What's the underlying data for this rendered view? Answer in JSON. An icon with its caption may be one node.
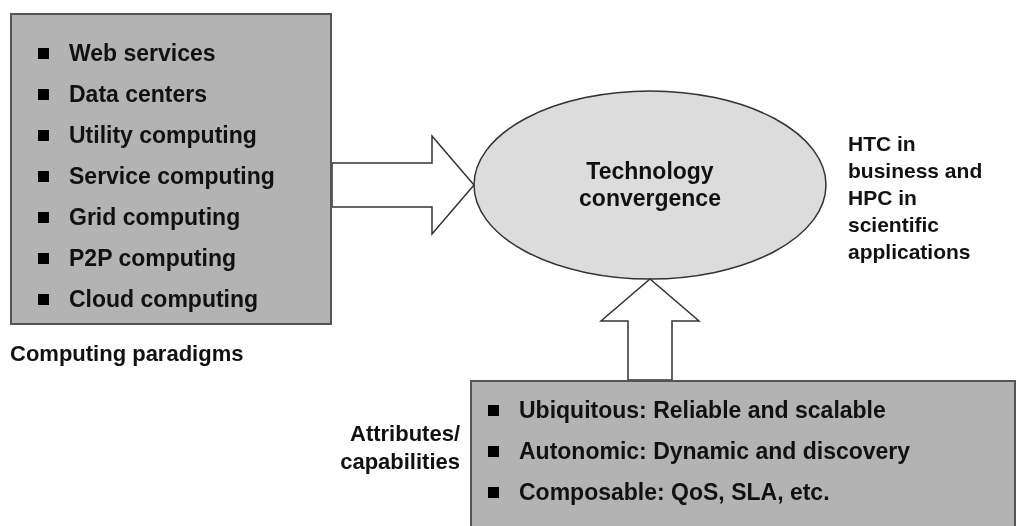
{
  "diagram": {
    "nodes": [
      {
        "text": [
          "Web services",
          "Data centers",
          "Utility computing",
          "Service computing",
          "Grid computing",
          "P2P computing",
          "Cloud computing"
        ],
        "beside": [
          "Computing paradigms"
        ]
      },
      {
        "text": [
          "Technology convergence"
        ]
      },
      {
        "text": [
          "Ubiquitous: Reliable and scalable",
          "Autonomic: Dynamic and discovery",
          "Composable: QoS, SLA, etc."
        ],
        "beside": [
          "Attributes/ capabilities"
        ]
      }
    ],
    "edges": [
      {
        "from": 0,
        "to": 1,
        "arrow": "to"
      },
      {
        "from": 2,
        "to": 1,
        "arrow": "to"
      }
    ],
    "labels": [
      "HTC in business and HPC in scientific applications"
    ]
  }
}
